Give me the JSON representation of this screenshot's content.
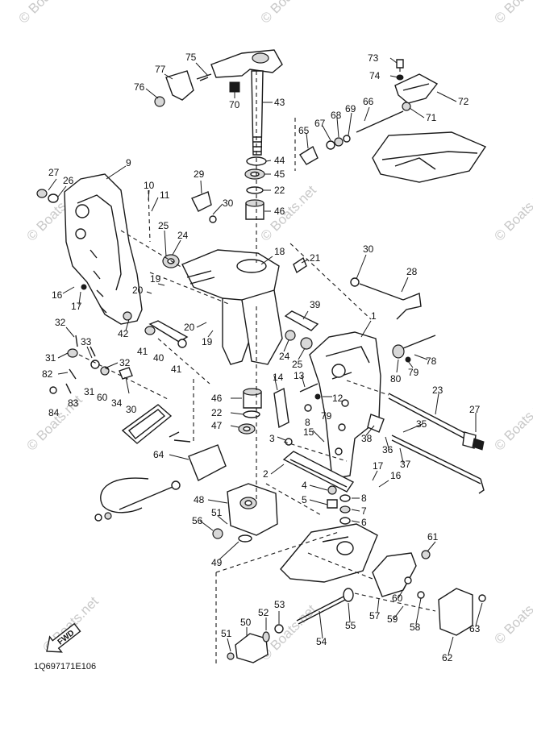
{
  "diagram": {
    "drawing_code": "1Q697171E106",
    "direction_label": "FWD",
    "watermark": "© Boats.net",
    "callouts": [
      {
        "key": "c75",
        "label": "75"
      },
      {
        "key": "c77",
        "label": "77"
      },
      {
        "key": "c76",
        "label": "76"
      },
      {
        "key": "c70",
        "label": "70"
      },
      {
        "key": "c43",
        "label": "43"
      },
      {
        "key": "c73",
        "label": "73"
      },
      {
        "key": "c74",
        "label": "74"
      },
      {
        "key": "c72",
        "label": "72"
      },
      {
        "key": "c71",
        "label": "71"
      },
      {
        "key": "c66",
        "label": "66"
      },
      {
        "key": "c69",
        "label": "69"
      },
      {
        "key": "c68",
        "label": "68"
      },
      {
        "key": "c67",
        "label": "67"
      },
      {
        "key": "c65",
        "label": "65"
      },
      {
        "key": "c44",
        "label": "44"
      },
      {
        "key": "c45",
        "label": "45"
      },
      {
        "key": "c22a",
        "label": "22"
      },
      {
        "key": "c46a",
        "label": "46"
      },
      {
        "key": "c27a",
        "label": "27"
      },
      {
        "key": "c26",
        "label": "26"
      },
      {
        "key": "c9",
        "label": "9"
      },
      {
        "key": "c10",
        "label": "10"
      },
      {
        "key": "c11",
        "label": "11"
      },
      {
        "key": "c29",
        "label": "29"
      },
      {
        "key": "c30a",
        "label": "30"
      },
      {
        "key": "c25a",
        "label": "25"
      },
      {
        "key": "c24a",
        "label": "24"
      },
      {
        "key": "c18",
        "label": "18"
      },
      {
        "key": "c21",
        "label": "21"
      },
      {
        "key": "c30b",
        "label": "30"
      },
      {
        "key": "c28",
        "label": "28"
      },
      {
        "key": "c19a",
        "label": "19"
      },
      {
        "key": "c20a",
        "label": "20"
      },
      {
        "key": "c16a",
        "label": "16"
      },
      {
        "key": "c17a",
        "label": "17"
      },
      {
        "key": "c39",
        "label": "39"
      },
      {
        "key": "c1",
        "label": "1"
      },
      {
        "key": "c32a",
        "label": "32"
      },
      {
        "key": "c42",
        "label": "42"
      },
      {
        "key": "c33",
        "label": "33"
      },
      {
        "key": "c31a",
        "label": "31"
      },
      {
        "key": "c32b",
        "label": "32"
      },
      {
        "key": "c41a",
        "label": "41"
      },
      {
        "key": "c40",
        "label": "40"
      },
      {
        "key": "c41b",
        "label": "41"
      },
      {
        "key": "c20b",
        "label": "20"
      },
      {
        "key": "c19b",
        "label": "19"
      },
      {
        "key": "c24b",
        "label": "24"
      },
      {
        "key": "c25b",
        "label": "25"
      },
      {
        "key": "c78",
        "label": "78"
      },
      {
        "key": "c80",
        "label": "80"
      },
      {
        "key": "c79a",
        "label": "79"
      },
      {
        "key": "c82",
        "label": "82"
      },
      {
        "key": "c31b",
        "label": "31"
      },
      {
        "key": "c60",
        "label": "60"
      },
      {
        "key": "c34",
        "label": "34"
      },
      {
        "key": "c30c",
        "label": "30"
      },
      {
        "key": "c83",
        "label": "83"
      },
      {
        "key": "c84",
        "label": "84"
      },
      {
        "key": "c14",
        "label": "14"
      },
      {
        "key": "c13",
        "label": "13"
      },
      {
        "key": "c12",
        "label": "12"
      },
      {
        "key": "c23",
        "label": "23"
      },
      {
        "key": "c27b",
        "label": "27"
      },
      {
        "key": "c46b",
        "label": "46"
      },
      {
        "key": "c22b",
        "label": "22"
      },
      {
        "key": "c47",
        "label": "47"
      },
      {
        "key": "c8a",
        "label": "8"
      },
      {
        "key": "c79b",
        "label": "79"
      },
      {
        "key": "c35",
        "label": "35"
      },
      {
        "key": "c3",
        "label": "3"
      },
      {
        "key": "c15",
        "label": "15"
      },
      {
        "key": "c38",
        "label": "38"
      },
      {
        "key": "c36",
        "label": "36"
      },
      {
        "key": "c37",
        "label": "37"
      },
      {
        "key": "c64",
        "label": "64"
      },
      {
        "key": "c2",
        "label": "2"
      },
      {
        "key": "c17b",
        "label": "17"
      },
      {
        "key": "c16b",
        "label": "16"
      },
      {
        "key": "c4",
        "label": "4"
      },
      {
        "key": "c8b",
        "label": "8"
      },
      {
        "key": "c5",
        "label": "5"
      },
      {
        "key": "c7",
        "label": "7"
      },
      {
        "key": "c6",
        "label": "6"
      },
      {
        "key": "c48",
        "label": "48"
      },
      {
        "key": "c51a",
        "label": "51"
      },
      {
        "key": "c56",
        "label": "56"
      },
      {
        "key": "c49",
        "label": "49"
      },
      {
        "key": "c61",
        "label": "61"
      },
      {
        "key": "c60b",
        "label": "60"
      },
      {
        "key": "c57",
        "label": "57"
      },
      {
        "key": "c59",
        "label": "59"
      },
      {
        "key": "c58",
        "label": "58"
      },
      {
        "key": "c63",
        "label": "63"
      },
      {
        "key": "c62",
        "label": "62"
      },
      {
        "key": "c55",
        "label": "55"
      },
      {
        "key": "c54",
        "label": "54"
      },
      {
        "key": "c53",
        "label": "53"
      },
      {
        "key": "c52",
        "label": "52"
      },
      {
        "key": "c50",
        "label": "50"
      },
      {
        "key": "c51b",
        "label": "51"
      }
    ]
  }
}
